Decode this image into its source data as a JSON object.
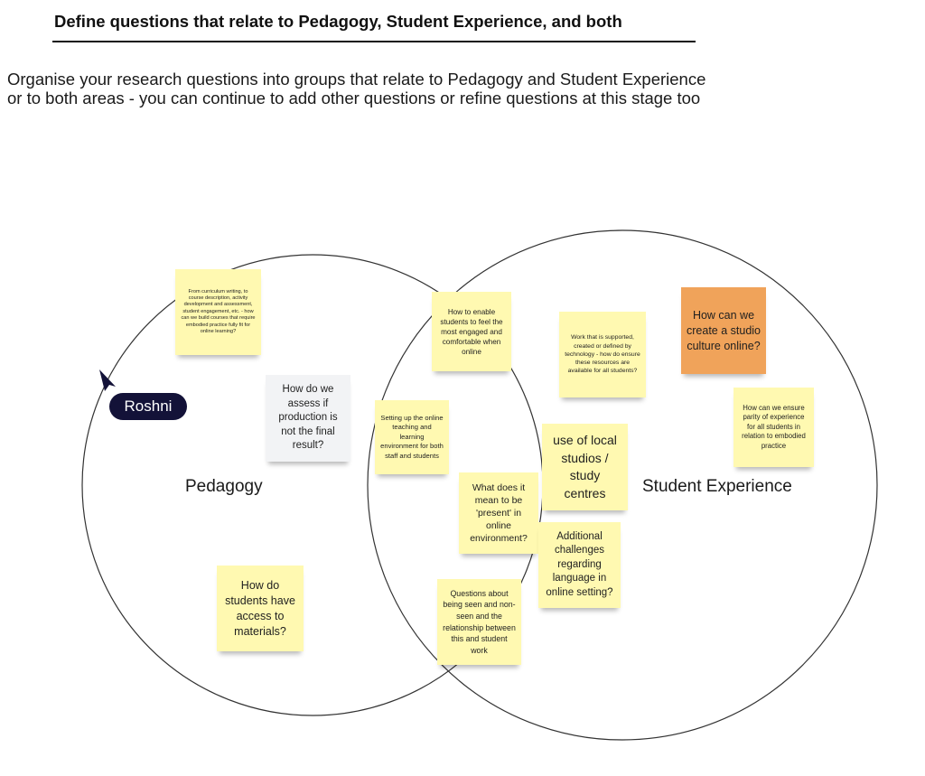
{
  "header": {
    "title": "Define questions that relate to Pedagogy, Student Experience, and both",
    "intro_line1": "Organise your research questions into groups that relate to Pedagogy and Student Experience",
    "intro_line2": "or to both areas - you can continue to add other questions or refine questions at this stage too"
  },
  "venn": {
    "left_label": "Pedagogy",
    "right_label": "Student Experience"
  },
  "cursor": {
    "user": "Roshni",
    "color": "#131238"
  },
  "colors": {
    "sticky_yellow": "#fff9b1",
    "sticky_gray": "#f2f3f5",
    "sticky_orange": "#f0a35a"
  },
  "notes": {
    "curriculum": "From curriculum writing, to course description, activity development and assessment, student engagement, etc. - how can we build courses that require embodied practice fully fit for online learning?",
    "assess": "How do we assess if production is not the final result?",
    "access": "How do students have access to materials?",
    "engaged": "How to enable students to feel the most engaged and comfortable when online",
    "setup": "Setting up the online teaching and learning environment for both staff and students",
    "present": "What does it mean to be 'present' in online environment?",
    "seen": "Questions about being seen and non-seen and the relationship between this and student work",
    "technology": "Work that is supported, created or defined by technology - how do ensure these resources are available for all students?",
    "studios": "use of local studios / study centres",
    "language": "Additional challenges regarding language in online setting?",
    "studio_culture": "How can we create a studio culture online?",
    "parity": "How can we ensure parity of experience for all students in relation to embodied practice"
  }
}
